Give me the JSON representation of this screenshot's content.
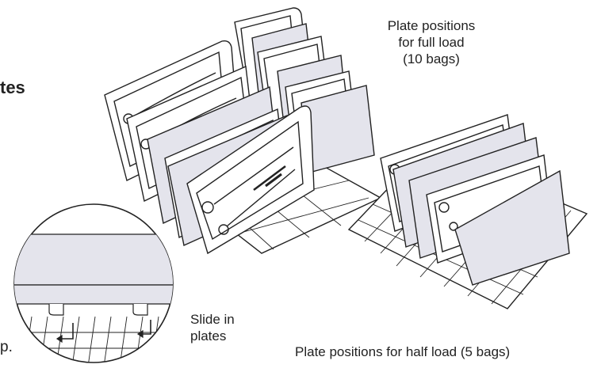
{
  "labels": {
    "full_load": [
      "Plate positions",
      "for full load",
      "(10 bags)"
    ],
    "half_load": "Plate positions for half load (5 bags)",
    "slide_in": [
      "Slide in",
      "plates"
    ],
    "cropped_heading": "tes",
    "cropped_text": "p."
  },
  "colors": {
    "outline": "#222222",
    "plate_fill": "#e4e4ec",
    "tray_fill": "#ffffff",
    "tray_shadow": "#c9c9c9"
  }
}
